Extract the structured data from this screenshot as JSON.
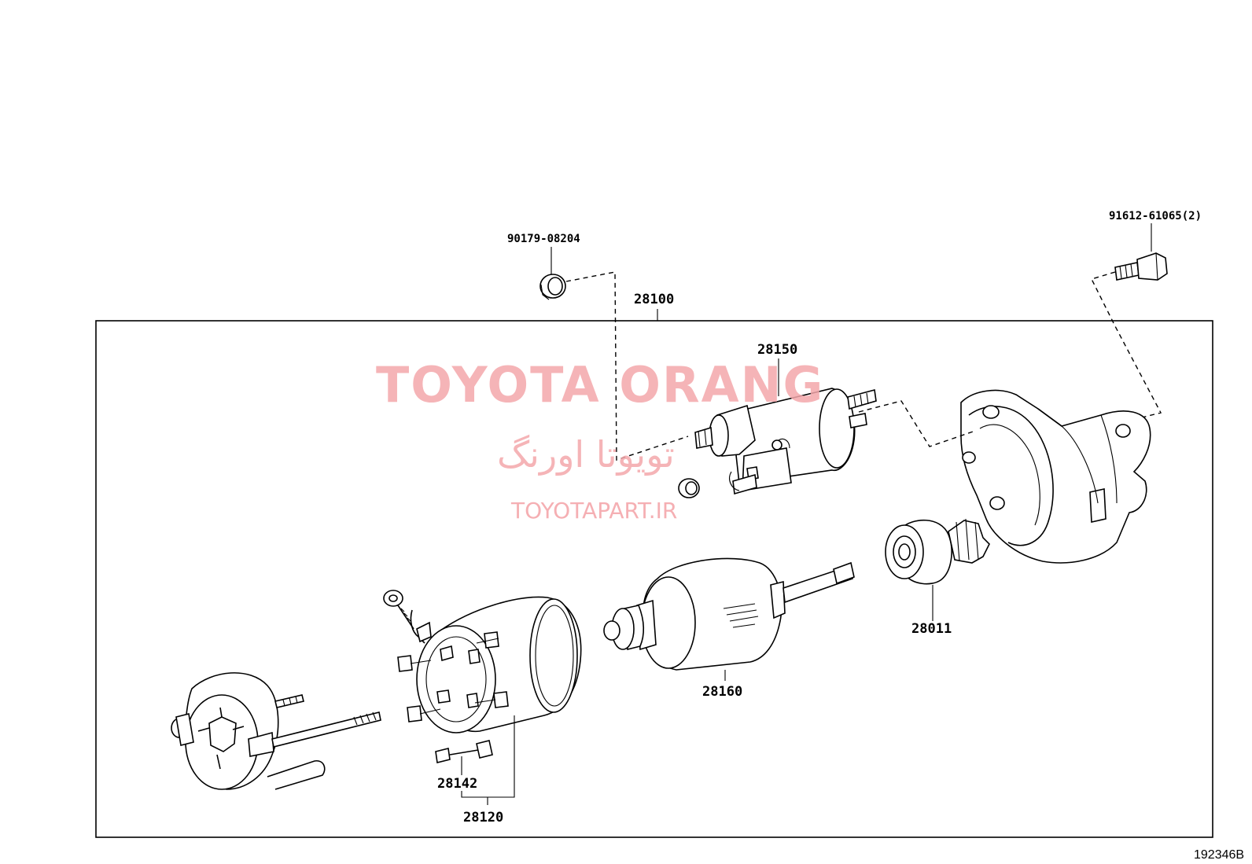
{
  "diagram": {
    "parts": {
      "nut": "90179-08204",
      "assembly": "28100",
      "bolt": "91612-61065(2)",
      "solenoid": "28150",
      "armature": "28160",
      "clutch": "28011",
      "brush": "28142",
      "yoke": "28120"
    },
    "figure_code": "192346B"
  },
  "watermark": {
    "brand": "TOYOTA ORANG",
    "brand_fa": "تویوتا اورنگ",
    "url": "TOYOTAPART.IR",
    "color": "#f4a7ab"
  }
}
